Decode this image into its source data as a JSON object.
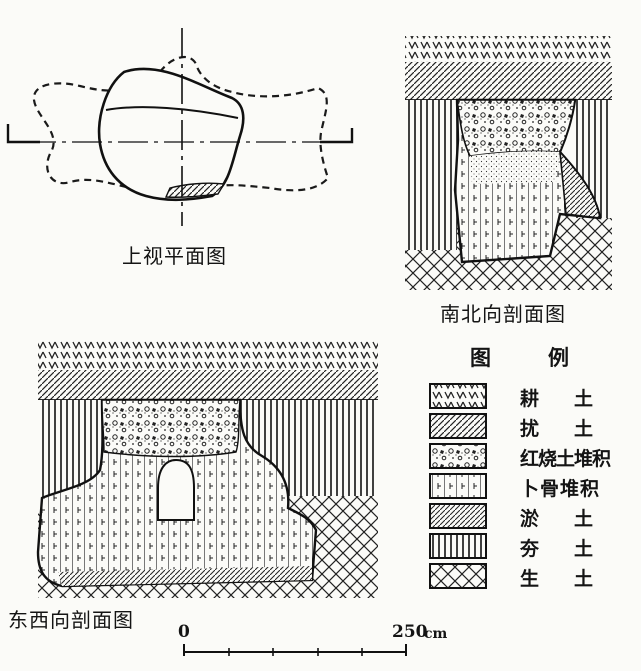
{
  "captions": {
    "plan": "上视平面图",
    "ns_section": "南北向剖面图",
    "ew_section": "东西向剖面图"
  },
  "legend": {
    "title_left": "图",
    "title_right": "例",
    "items": [
      {
        "key": "cultivated",
        "label_a": "耕",
        "label_b": "土"
      },
      {
        "key": "disturbed",
        "label_a": "扰",
        "label_b": "土"
      },
      {
        "key": "burnt",
        "label_a": "红烧土堆积",
        "label_b": ""
      },
      {
        "key": "bone",
        "label_a": "卜骨堆积",
        "label_b": ""
      },
      {
        "key": "silt",
        "label_a": "淤",
        "label_b": "土"
      },
      {
        "key": "rammed",
        "label_a": "夯",
        "label_b": "土"
      },
      {
        "key": "virgin",
        "label_a": "生",
        "label_b": "土"
      }
    ]
  },
  "scale": {
    "zero": "0",
    "max": "250",
    "unit": "cm"
  }
}
